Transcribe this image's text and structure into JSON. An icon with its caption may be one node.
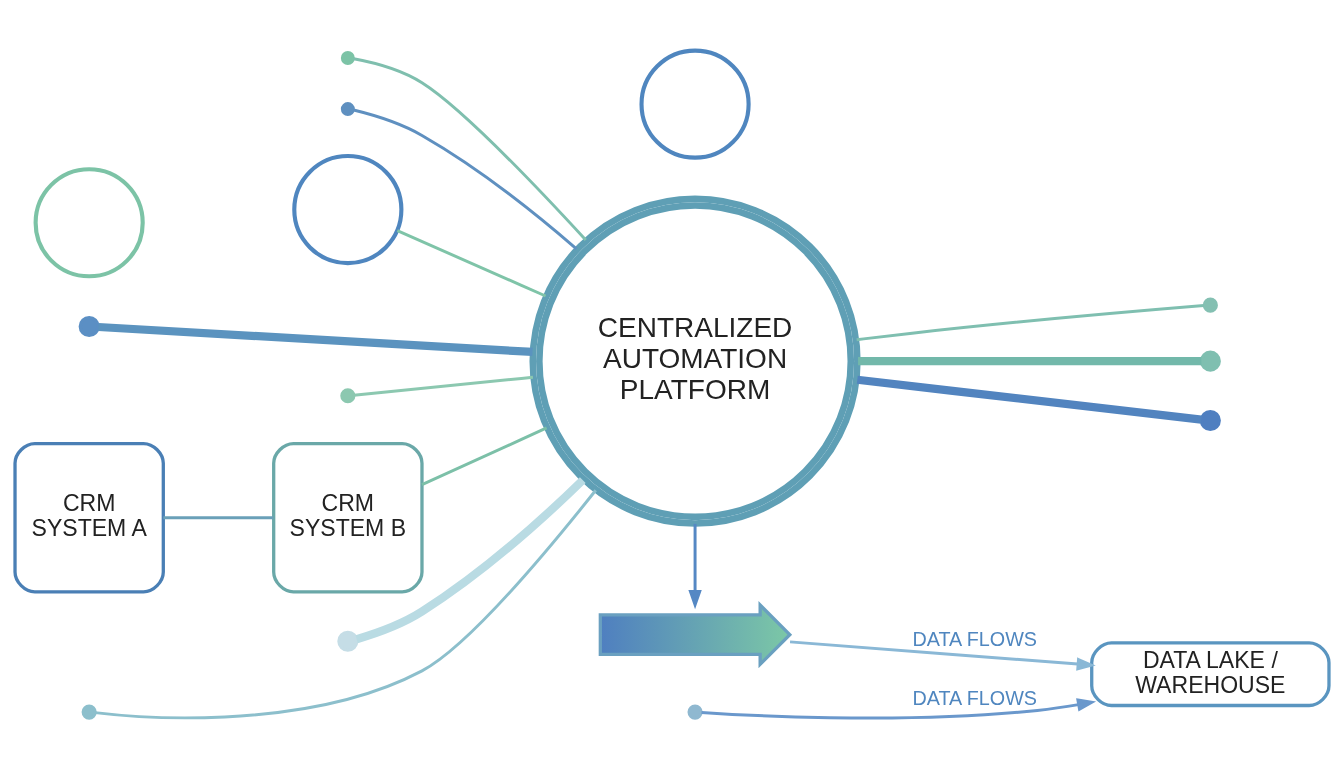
{
  "diagram": {
    "nodes": [
      {
        "text": [],
        "shape": "dot"
      },
      {
        "text": [],
        "shape": "circle"
      },
      {
        "text": [],
        "shape": "dot"
      },
      {
        "text": [],
        "shape": "circle"
      },
      {
        "text": [],
        "shape": "circle"
      },
      {
        "text": [],
        "shape": "dot"
      },
      {
        "text": [],
        "shape": "dot"
      },
      {
        "text": [
          "CRM SYSTEM A"
        ]
      },
      {
        "text": [
          "CRM SYSTEM B"
        ]
      },
      {
        "text": [
          "CENTRALIZED AUTOMATION PLATFORM"
        ]
      },
      {
        "text": [],
        "shape": "dot"
      },
      {
        "text": [],
        "shape": "dot"
      },
      {
        "text": [],
        "shape": "dot"
      },
      {
        "text": [],
        "shape": "dot"
      },
      {
        "text": [],
        "shape": "dot"
      },
      {
        "text": [],
        "shape": "arrow"
      },
      {
        "text": [],
        "shape": "dot"
      },
      {
        "text": [
          "DATA LAKE / WAREHOUSE"
        ]
      }
    ],
    "edges": [
      {
        "from": 4,
        "to": 9,
        "arrow": "none",
        "color": "#7fc4a8"
      },
      {
        "from": 0,
        "to": 9,
        "arrow": "none",
        "color": "#7fbfae"
      },
      {
        "from": 2,
        "to": 9,
        "arrow": "none",
        "color": "#5f90c0"
      },
      {
        "from": 7,
        "to": 8,
        "arrow": "none",
        "color": "#6aa0b8"
      },
      {
        "from": 5,
        "to": 9,
        "arrow": "none",
        "style": "thick",
        "color": "#5b93bf"
      },
      {
        "from": 6,
        "to": 9,
        "arrow": "none",
        "color": "#8cc8b0"
      },
      {
        "from": 8,
        "to": 9,
        "arrow": "none",
        "color": "#7cc0a8"
      },
      {
        "from": 13,
        "to": 9,
        "arrow": "none",
        "style": "thick",
        "color": "#b9dbe3"
      },
      {
        "from": 14,
        "to": 9,
        "arrow": "none",
        "color": "#8cbfcc"
      },
      {
        "from": 9,
        "to": 10,
        "arrow": "none",
        "color": "#7fbfb0"
      },
      {
        "from": 9,
        "to": 11,
        "arrow": "none",
        "style": "thick",
        "color": "#72b8aa"
      },
      {
        "from": 9,
        "to": 12,
        "arrow": "none",
        "style": "thick",
        "color": "#5284bf"
      },
      {
        "from": 9,
        "to": 15,
        "arrow": "to",
        "color": "#5588c4"
      },
      {
        "from": 15,
        "to": 17,
        "arrow": "to",
        "label": "DATA FLOWS",
        "color": "#8ab8d6"
      },
      {
        "from": 16,
        "to": 17,
        "arrow": "to",
        "label": "DATA FLOWS",
        "color": "#6a98cc"
      }
    ]
  }
}
